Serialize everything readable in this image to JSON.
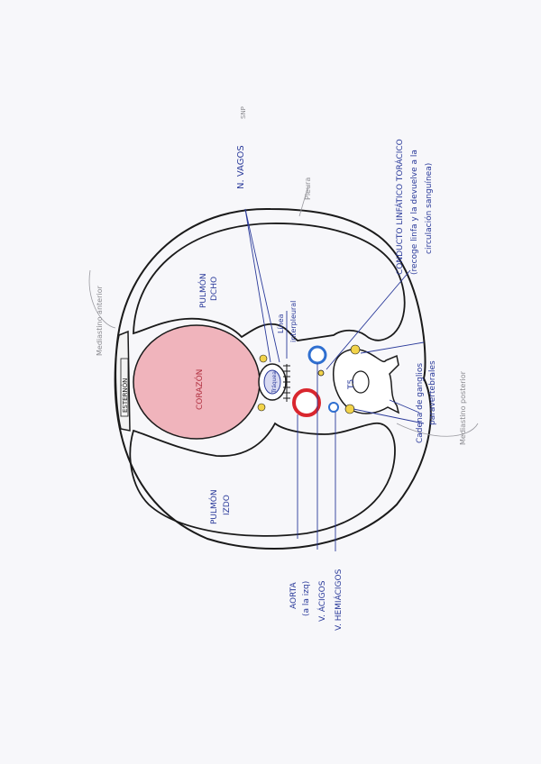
{
  "labels": {
    "vagus": "N. VAGOS",
    "vagus_note": "SNP",
    "pleura": "Pleura",
    "thoracic_duct_1": "CONDUCTO LINFÁTICO TORÁCICO",
    "thoracic_duct_2": "(recoge linfa y la devuelve a la",
    "thoracic_duct_3": "circulación sanguínea)",
    "right_lung_1": "PULMÓN",
    "right_lung_2": "DCHO",
    "left_lung_1": "PULMÓN",
    "left_lung_2": "IZDO",
    "heart": "CORAZÓN",
    "sternum": "ESTERNÓN",
    "anterior_mediastinum": "Mediastino anterior",
    "posterior_mediastinum": "Mediastino posterior",
    "interpleural_1": "Línea",
    "interpleural_2": "interpleural",
    "trachea": "Tráquea",
    "vertebra": "T5",
    "ganglia_1": "Cadena de ganglios",
    "ganglia_2": "paravertebrales",
    "aorta_1": "AORTA",
    "aorta_2": "(a la izq)",
    "azygos": "V. ÁCIGOS",
    "hemiazygos": "V. HEMIÁCIGOS"
  },
  "colors": {
    "ink": "#1a1a1a",
    "annotation_blue": "#2a3a9a",
    "heart_fill": "#f0b4bc",
    "aorta_red": "#d9262e",
    "vein_blue": "#2f6fd0",
    "ganglion_yellow": "#f2d34a",
    "pencil_grey": "#8a8a8f"
  }
}
